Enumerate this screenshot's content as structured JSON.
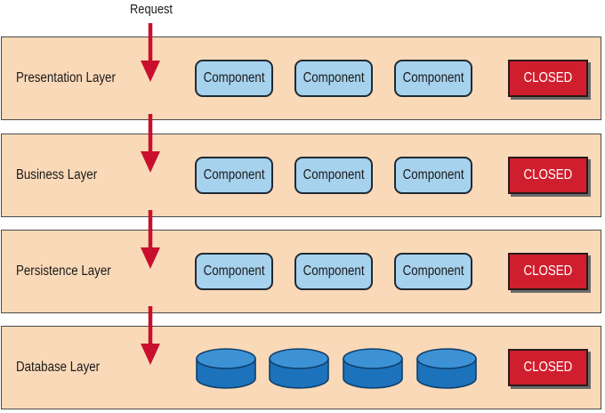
{
  "request_label": "Request",
  "component_label": "Component",
  "closed_label": "CLOSED",
  "colors": {
    "layer_fill": "#fad9b8",
    "component_fill": "#a7d2ee",
    "closed_fill": "#cf1f2e",
    "arrow": "#c8102e",
    "database_fill": "#1c72bb"
  },
  "layers": [
    {
      "label": "Presentation Layer",
      "contents": "components"
    },
    {
      "label": "Business Layer",
      "contents": "components"
    },
    {
      "label": "Persistence Layer",
      "contents": "components"
    },
    {
      "label": "Database Layer",
      "contents": "databases"
    }
  ]
}
